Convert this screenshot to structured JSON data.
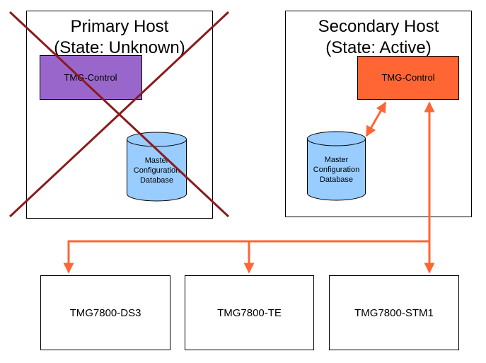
{
  "colors": {
    "primary_control": "#9966cc",
    "secondary_control": "#ff6633",
    "database": "#99ccff",
    "connector": "#ff6633",
    "cross": "#8b1a1a"
  },
  "primary_host": {
    "title_line1": "Primary Host",
    "title_line2": "(State: Unknown)",
    "control_label": "TMG-Control",
    "db_line1": "Master",
    "db_line2": "Configuration",
    "db_line3": "Database",
    "crossed_out": true
  },
  "secondary_host": {
    "title_line1": "Secondary Host",
    "title_line2": "(State: Active)",
    "control_label": "TMG-Control",
    "db_line1": "Master",
    "db_line2": "Configuration",
    "db_line3": "Database"
  },
  "devices": [
    {
      "label": "TMG7800-DS3"
    },
    {
      "label": "TMG7800-TE"
    },
    {
      "label": "TMG7800-STM1"
    }
  ]
}
